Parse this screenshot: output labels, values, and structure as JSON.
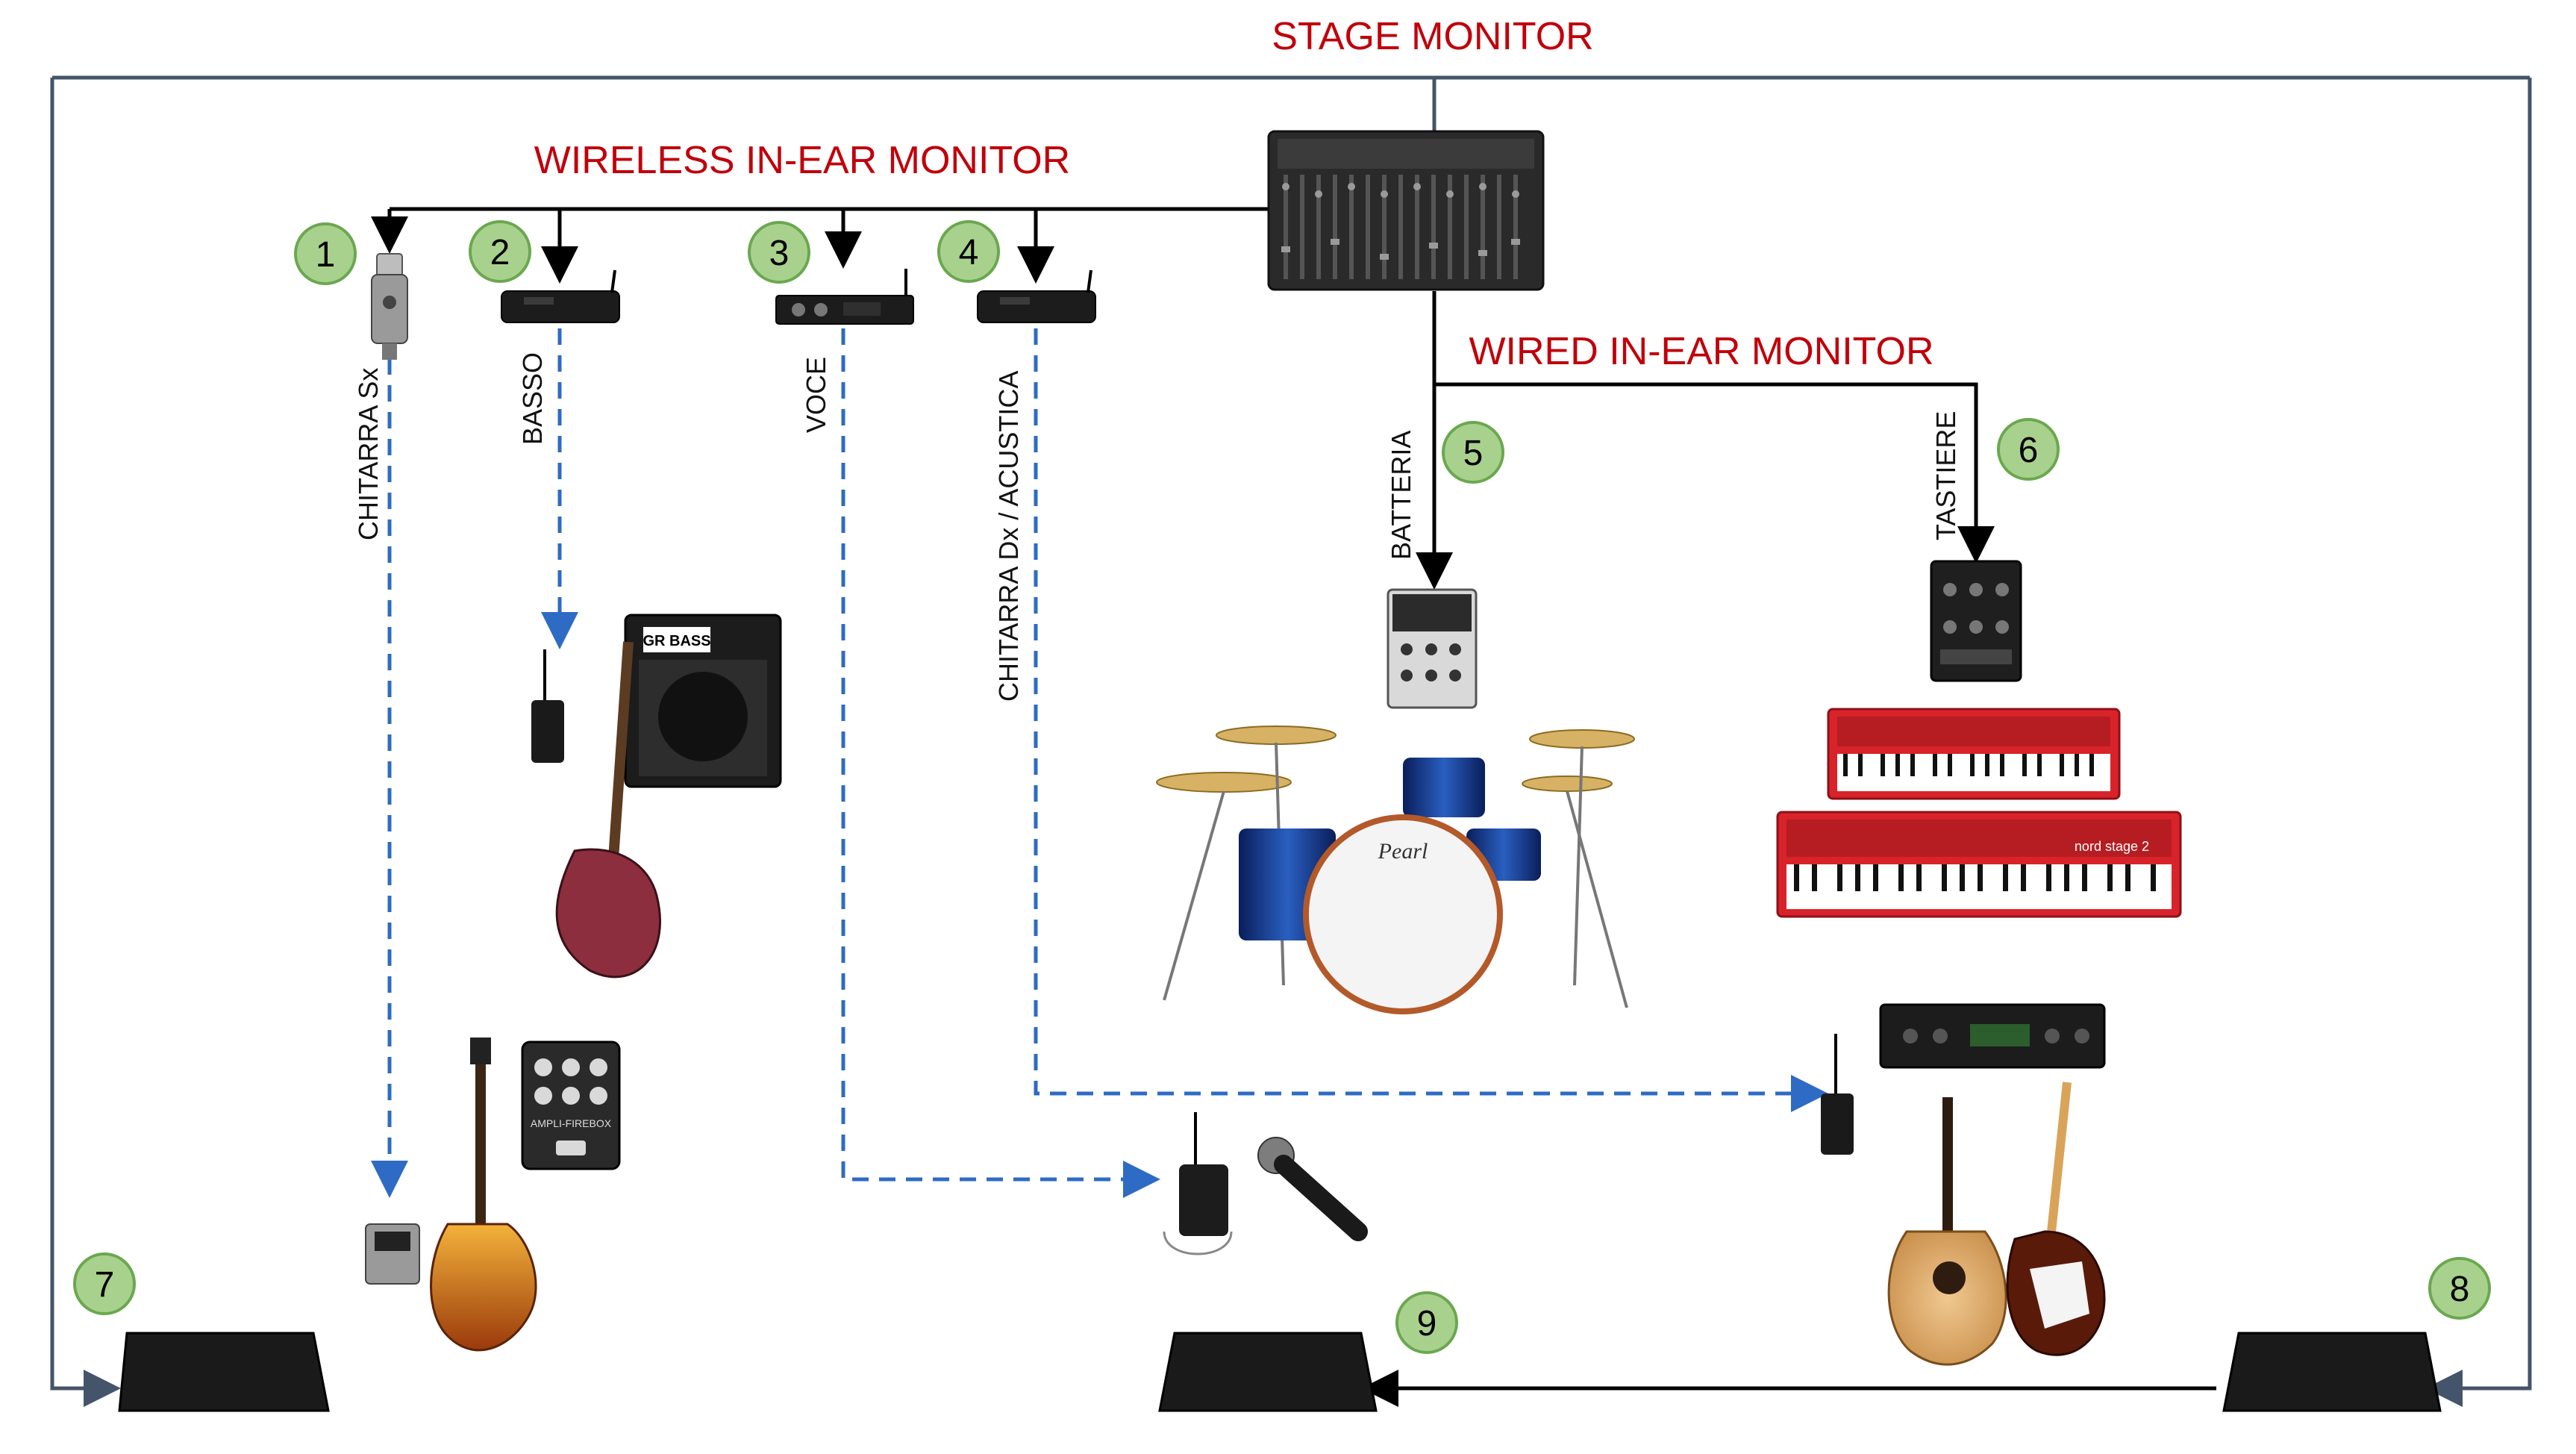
{
  "titles": {
    "stage_monitor": "STAGE MONITOR",
    "wireless_iem": "WIRELESS IN-EAR MONITOR",
    "wired_iem": "WIRED IN-EAR MONITOR"
  },
  "channels": {
    "chitarra_sx": "CHITARRA Sx",
    "basso": "BASSO",
    "voce": "VOCE",
    "chitarra_dx": "CHITARRA Dx / ACUSTICA",
    "batteria": "BATTERIA",
    "tastiere": "TASTIERE"
  },
  "badges": [
    "1",
    "2",
    "3",
    "4",
    "5",
    "6",
    "7",
    "8",
    "9"
  ],
  "colors": {
    "title_red": "#c0000b",
    "badge_fill": "#a9d18e",
    "badge_stroke": "#6aa84f",
    "stage_line": "#44546a",
    "dashed_blue": "#2e6bc4",
    "wired_black": "#000000",
    "keyboard_red": "#d8232a"
  },
  "equipment_labels": {
    "amp_brand": "GR BASS",
    "drum_brand": "Pearl",
    "pedal": "AMPLI-FIREBOX",
    "keyboard_lower": "nord stage 2"
  }
}
